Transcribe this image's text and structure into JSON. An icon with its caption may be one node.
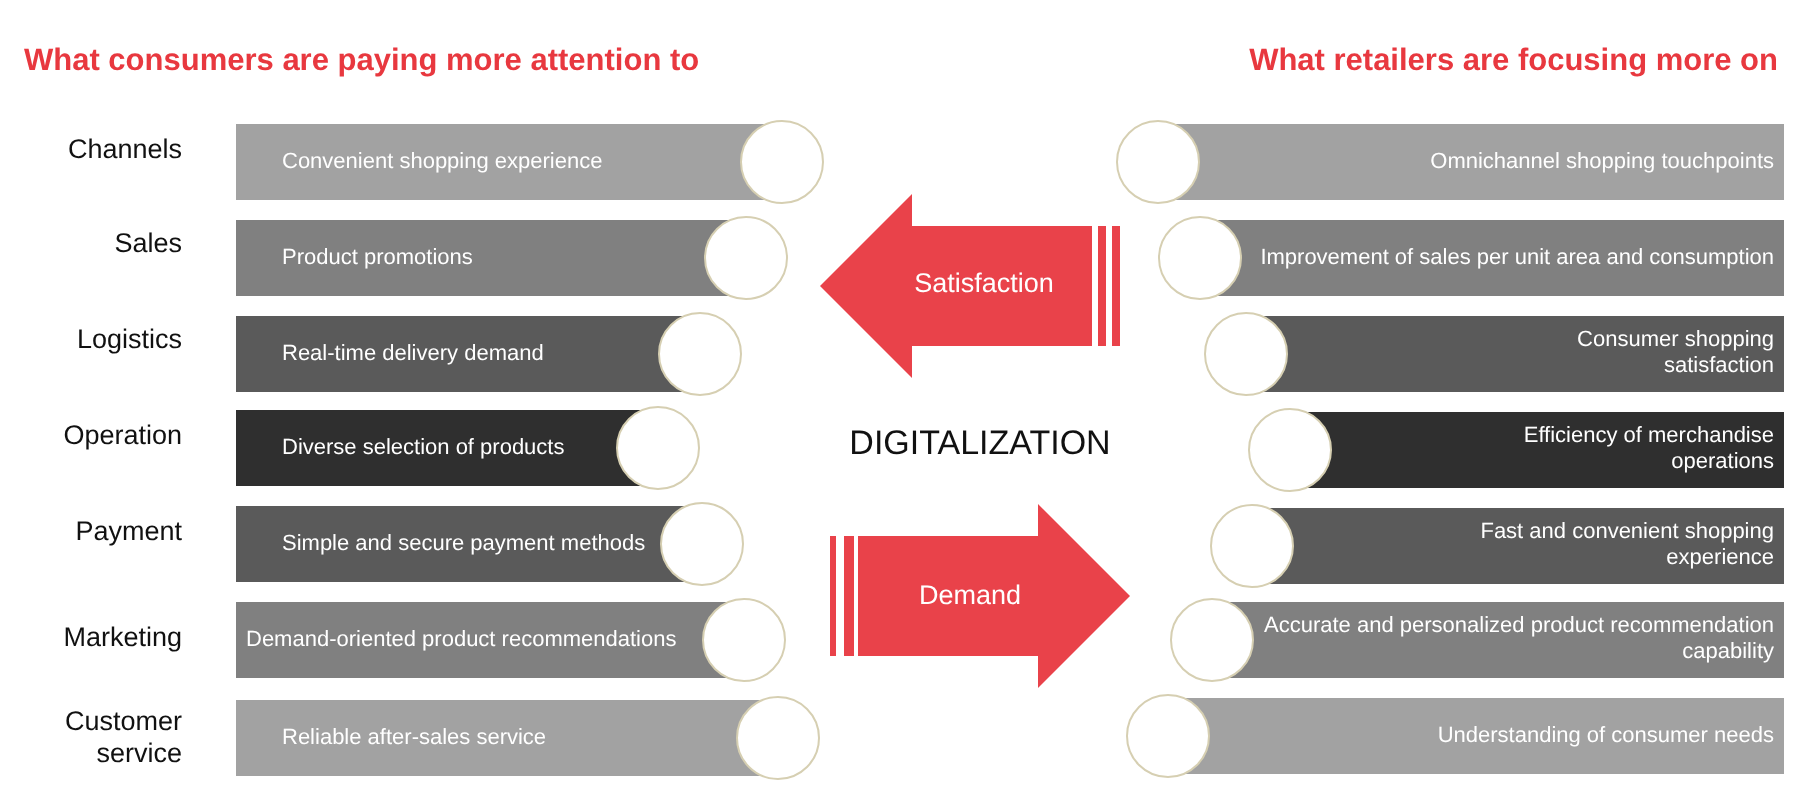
{
  "diagram": {
    "nodes": [
      {
        "text": [
          "Convenient shopping experience"
        ],
        "beside": [
          "Channels"
        ]
      },
      {
        "text": [
          "Product promotions"
        ],
        "beside": [
          "Sales"
        ]
      },
      {
        "text": [
          "Real-time delivery demand"
        ],
        "beside": [
          "Logistics"
        ]
      },
      {
        "text": [
          "Diverse selection of products"
        ],
        "beside": [
          "Operation"
        ]
      },
      {
        "text": [
          "Simple and secure payment methods"
        ],
        "beside": [
          "Payment"
        ]
      },
      {
        "text": [
          "Demand-oriented product recommendations"
        ],
        "beside": [
          "Marketing"
        ]
      },
      {
        "text": [
          "Reliable after-sales service"
        ],
        "beside": [
          "Customer service"
        ]
      },
      {
        "text": [
          "Satisfaction"
        ]
      },
      {
        "text": [
          "Demand"
        ]
      },
      {
        "text": [
          "Omnichannel shopping touchpoints"
        ]
      },
      {
        "text": [
          "Improvement of sales per unit area and consumption"
        ]
      },
      {
        "text": [
          "Consumer shopping satisfaction"
        ]
      },
      {
        "text": [
          "Efficiency of merchandise operations"
        ]
      },
      {
        "text": [
          "Fast and convenient shopping experience"
        ]
      },
      {
        "text": [
          "Accurate and personalized product recommendation capability"
        ]
      },
      {
        "text": [
          "Understanding of consumer needs"
        ]
      }
    ],
    "labels": [
      "What consumers are paying more attention to",
      "What retailers are focusing more on",
      "DIGITALIZATION"
    ]
  }
}
